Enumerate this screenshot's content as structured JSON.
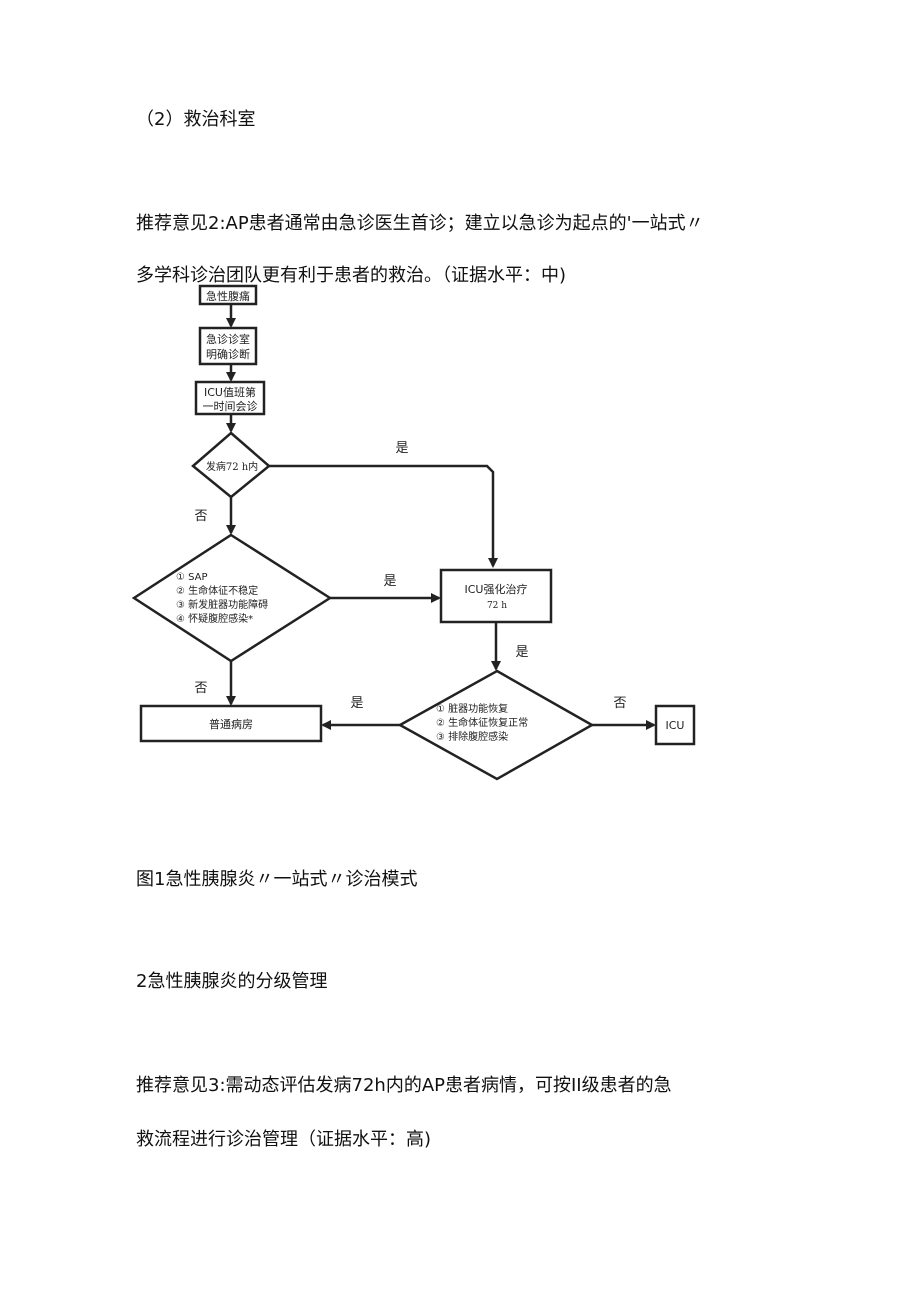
{
  "section_heading": "（2）救治科室",
  "rec2_line1": "推荐意见2:AP患者通常由急诊医生首诊；建立以急诊为起点的'一站式〃",
  "rec2_line2": "多学科诊治团队更有利于患者的救治。（证据水平：中)",
  "flowchart": {
    "box_acute": "急性腹痛",
    "box_er_line1": "急诊诊室",
    "box_er_line2": "明确诊断",
    "box_icu_consult_line1": "ICU值班第",
    "box_icu_consult_line2": "一时间会诊",
    "decision_onset": "发病72 h内",
    "label_yes_1": "是",
    "label_no_1": "否",
    "decision_severe_items": [
      "① SAP",
      "② 生命体征不稳定",
      "③ 新发脏器功能障碍",
      "④ 怀疑腹腔感染*"
    ],
    "label_yes_2": "是",
    "box_icu_intensive_line1": "ICU强化治疗",
    "box_icu_intensive_line2": "72 h",
    "label_no_2": "否",
    "label_yes_3": "是",
    "box_general_ward": "普通病房",
    "label_yes_4": "是",
    "decision_recovery_items": [
      "① 脏器功能恢复",
      "② 生命体征恢复正常",
      "③ 排除腹腔感染"
    ],
    "label_no_3": "否",
    "box_icu": "ICU"
  },
  "figure_caption": "图1急性胰腺炎〃一站式〃诊治模式",
  "section2_heading": "2急性胰腺炎的分级管理",
  "rec3_line1": "推荐意见3:需动态评估发病72h内的AP患者病情，可按II级患者的急",
  "rec3_line2": "救流程进行诊治管理（证据水平：高)"
}
